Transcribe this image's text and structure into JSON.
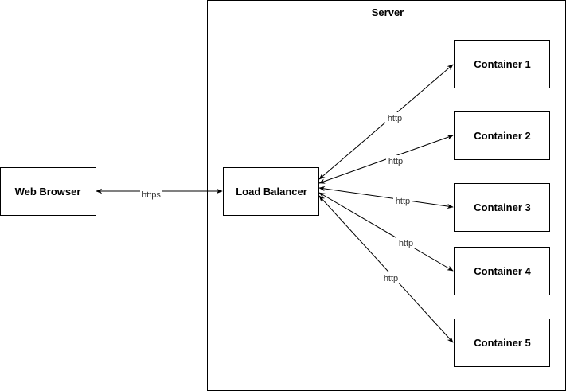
{
  "server": {
    "title": "Server"
  },
  "nodes": {
    "web_browser": "Web Browser",
    "load_balancer": "Load Balancer",
    "containers": [
      "Container 1",
      "Container 2",
      "Container 3",
      "Container 4",
      "Container 5"
    ]
  },
  "edges": {
    "browser_to_lb": "https",
    "lb_to_containers": [
      "http",
      "http",
      "http",
      "http",
      "http"
    ]
  }
}
